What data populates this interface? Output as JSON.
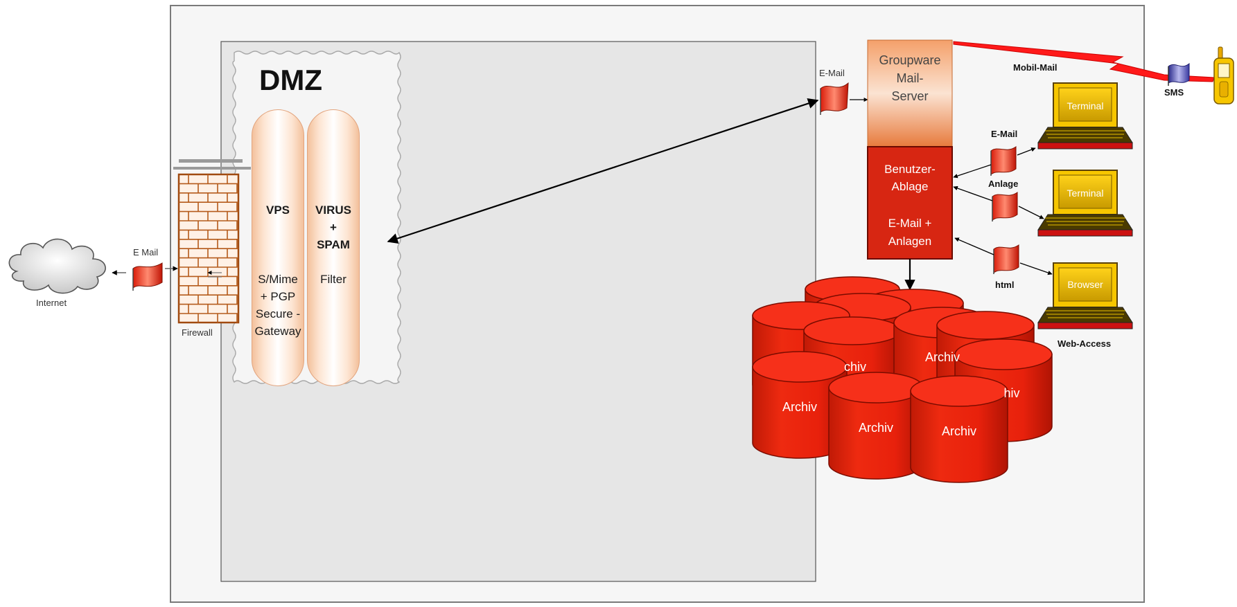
{
  "labels": {
    "internet": "Internet",
    "email_left": "E Mail",
    "firewall": "Firewall",
    "dmz": "DMZ",
    "vps": "VPS",
    "smime": "S/Mime\n+ PGP\nSecure -\nGateway",
    "virus": "VIRUS\n+\nSPAM",
    "filter": "Filter",
    "email_top": "E-Mail",
    "groupware": "Groupware\nMail-\nServer",
    "benutzer": "Benutzer-\nAblage",
    "email_anlagen": "E-Mail +\nAnlagen",
    "mobil_mail": "Mobil-Mail",
    "sms": "SMS",
    "email_right": "E-Mail",
    "anlage": "Anlage",
    "html": "html",
    "terminal_1": "Terminal",
    "terminal_2": "Terminal",
    "browser": "Browser",
    "web_access": "Web-Access"
  },
  "archives": [
    {
      "id": "a1",
      "label": ""
    },
    {
      "id": "a2",
      "label": ""
    },
    {
      "id": "a3",
      "label": ""
    },
    {
      "id": "a4",
      "label": ""
    },
    {
      "id": "a5",
      "label": "Archiv"
    },
    {
      "id": "a6",
      "label": "chiv"
    },
    {
      "id": "a7",
      "label": "Archiv"
    },
    {
      "id": "a8",
      "label": "hiv"
    },
    {
      "id": "a9",
      "label": "Archiv"
    },
    {
      "id": "a10",
      "label": "Archiv"
    },
    {
      "id": "a11",
      "label": "Archiv"
    }
  ],
  "colors": {
    "archive_red": "#e8210c",
    "archive_dark": "#b51505",
    "server_red": "#d72612",
    "terminal_yellow": "#f7c600",
    "terminal_red": "#cc1111",
    "outer_bg": "#f6f6f6",
    "inner_bg": "#e6e6e6",
    "lightning": "#ff1a1a"
  }
}
